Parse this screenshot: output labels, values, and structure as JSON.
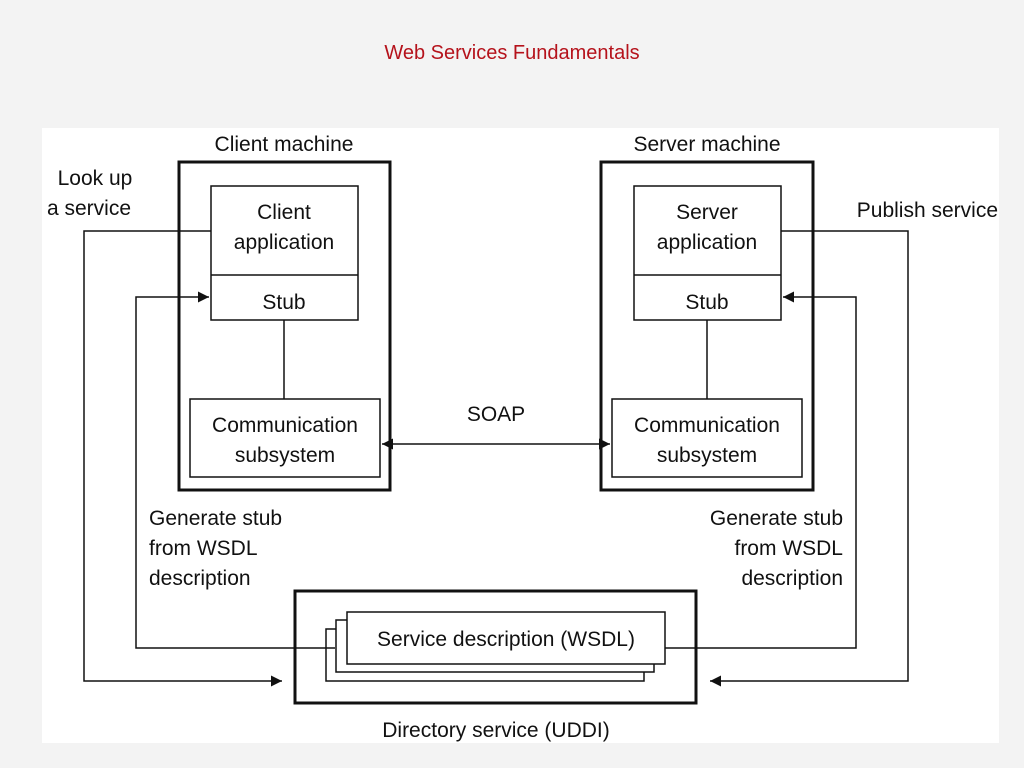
{
  "slide": {
    "title": "Web Services Fundamentals"
  },
  "client": {
    "machine_label": "Client machine",
    "application": [
      "Client",
      "application"
    ],
    "stub": "Stub",
    "comm": [
      "Communication",
      "subsystem"
    ]
  },
  "server": {
    "machine_label": "Server machine",
    "application": [
      "Server",
      "application"
    ],
    "stub": "Stub",
    "comm": [
      "Communication",
      "subsystem"
    ]
  },
  "protocol": "SOAP",
  "left_notes": {
    "lookup": [
      "Look up",
      "a service"
    ],
    "generate": [
      "Generate stub",
      "from WSDL",
      "description"
    ]
  },
  "right_notes": {
    "publish": "Publish service",
    "generate": [
      "Generate stub",
      "from WSDL",
      "description"
    ]
  },
  "directory": {
    "wsdl": "Service description (WSDL)",
    "label": "Directory service (UDDI)"
  },
  "colors": {
    "title": "#b5121b",
    "stroke": "#111111"
  }
}
